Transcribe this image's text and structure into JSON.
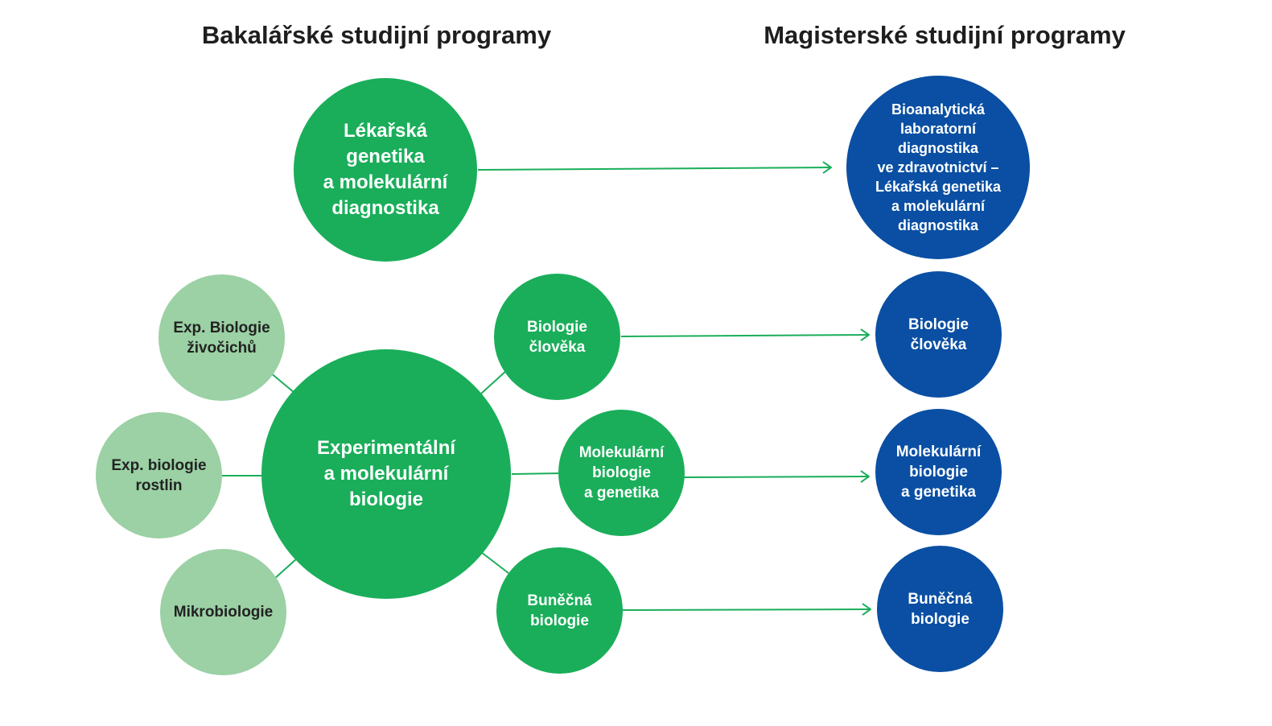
{
  "headings": {
    "bachelor": "Bakalářské studijní programy",
    "master": "Magisterské studijní programy"
  },
  "nodes": {
    "lekarska_genetika": "Lékařská\ngenetika\na molekulární\ndiagnostika",
    "experimentalni": "Experimentální\na molekulární\nbiologie",
    "biologie_cloveka": "Biologie\nčlověka",
    "molekularni_biologie": "Molekulární\nbiologie\na genetika",
    "bunecna_biologie": "Buněčná\nbiologie",
    "exp_zivocichu": "Exp. Biologie\nživočichů",
    "exp_rostlin": "Exp. biologie\nrostlin",
    "mikrobiologie": "Mikrobiologie",
    "m_bioanalyticka": "Bioanalytická\nlaboratorní\ndiagnostika\nve zdravotnictví –\nLékařská genetika\na molekulární\ndiagnostika",
    "m_biologie_cloveka": "Biologie\nčlověka",
    "m_molekularni": "Molekulární\nbiologie\na genetika",
    "m_bunecna": "Buněčná\nbiologie"
  },
  "colors": {
    "bachelor_main": "#1aae5a",
    "bachelor_specialization": "#9bd1a4",
    "master": "#0a4fa3",
    "arrow": "#1aae5a",
    "connector": "#1aae5a"
  }
}
